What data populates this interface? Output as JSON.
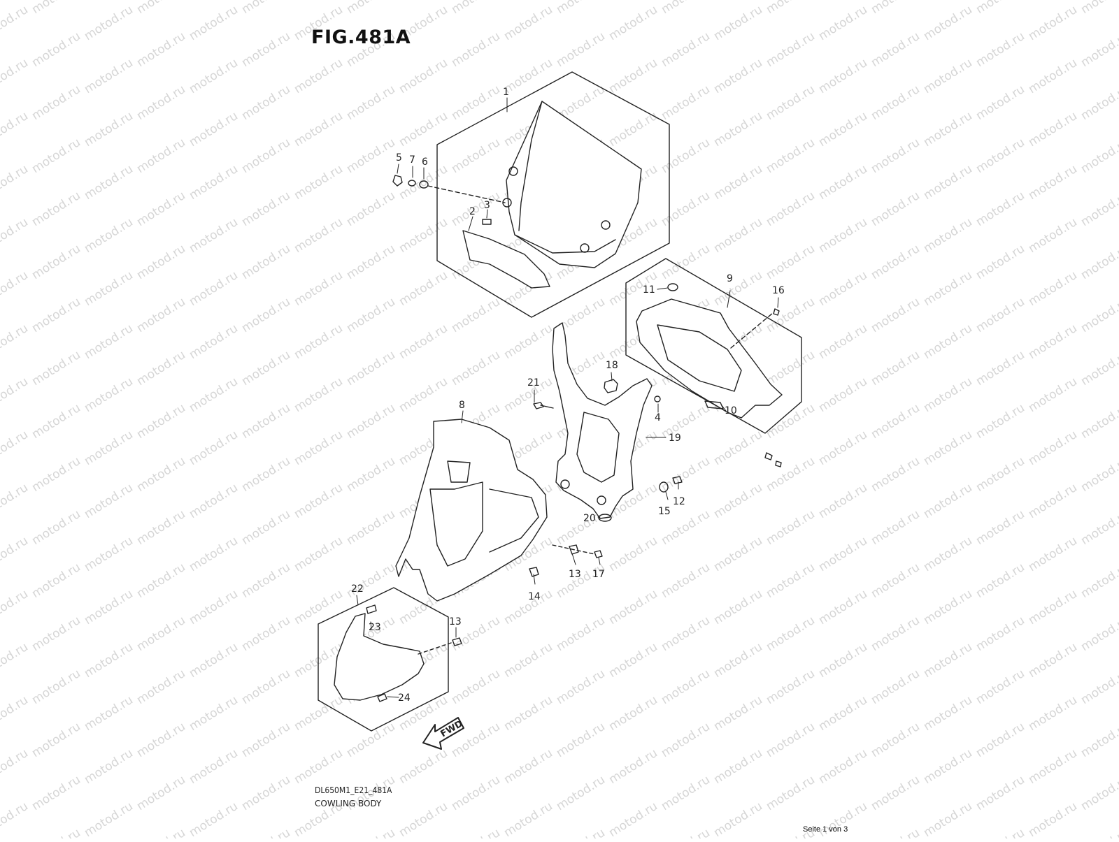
{
  "figure": {
    "title": "FIG.481A",
    "code": "DL650M1_E21_481A",
    "description": "COWLING BODY",
    "page_info": "Seite 1 von 3",
    "arrow_label": "FWD",
    "watermark": "motod.ru"
  },
  "callouts": [
    "1",
    "2",
    "3",
    "4",
    "5",
    "6",
    "7",
    "8",
    "9",
    "10",
    "11",
    "12",
    "13",
    "13",
    "14",
    "15",
    "16",
    "17",
    "18",
    "19",
    "20",
    "21",
    "22",
    "23",
    "24"
  ],
  "colors": {
    "line": "#222222",
    "watermark": "#d6d6d6",
    "background": "#ffffff"
  }
}
